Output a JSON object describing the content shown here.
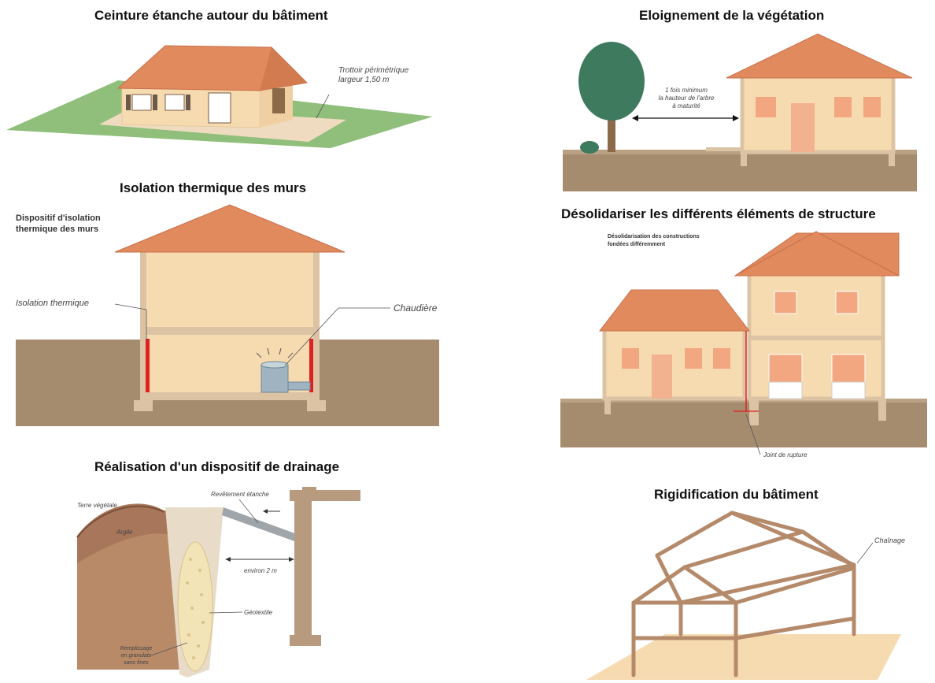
{
  "panels": {
    "ceinture": {
      "title": "Ceinture étanche autour du bâtiment",
      "label_line1": "Trottoir périmétrique",
      "label_line2": "largeur 1,50 m"
    },
    "vegetation": {
      "title": "Eloignement de la végétation",
      "label_line1": "1 fois minimum",
      "label_line2": "la hauteur de l'arbre",
      "label_line3": "à maturité"
    },
    "isolation": {
      "title": "Isolation thermique des murs",
      "heading_line1": "Dispositif d'isolation",
      "heading_line2": "thermique des murs",
      "label_isolation": "Isolation thermique",
      "label_chaudiere": "Chaudière"
    },
    "desolidariser": {
      "title": "Désolidariser les différents éléments de structure",
      "heading_line1": "Désolidarisation des constructions",
      "heading_line2": "fondées différemment",
      "label_joint": "Joint de rupture"
    },
    "drainage": {
      "title": "Réalisation d'un dispositif de drainage",
      "label_terre": "Terre végétale",
      "label_argile": "Argile",
      "label_revetement": "Revêtement étanche",
      "label_distance": "environ 2 m",
      "label_geotextile": "Géotextile",
      "label_remplissage_1": "Remplissage",
      "label_remplissage_2": "en granulats",
      "label_remplissage_3": "sans fines"
    },
    "rigidification": {
      "title": "Rigidification du bâtiment",
      "label_chainage": "Chaînage"
    }
  },
  "colors": {
    "roof": "#e08a5e",
    "wall": "#f7dbb0",
    "frame": "#dcc3a4",
    "ground": "#a58c6e",
    "lawn": "#8fbf7a",
    "insulation": "#e02020",
    "tree": "#3d7a5e",
    "beam": "#b58a6b"
  }
}
